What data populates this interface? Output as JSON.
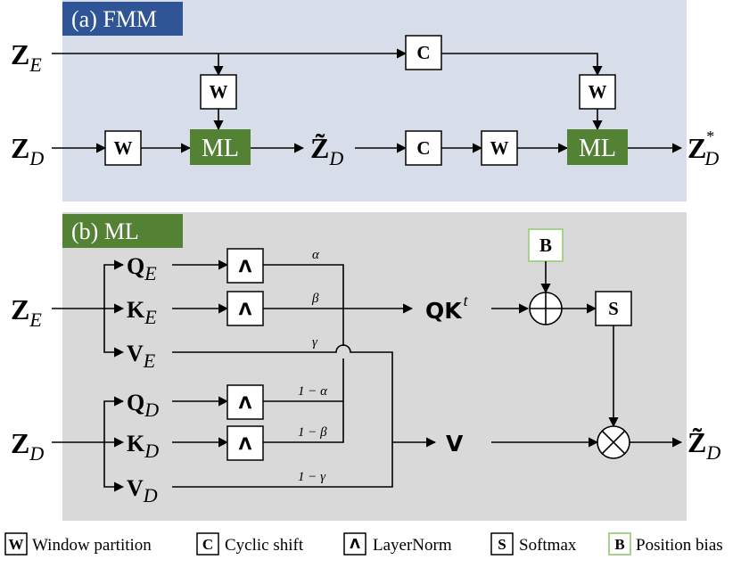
{
  "colors": {
    "panel_a_bg": "#d8dee9",
    "panel_b_bg": "#d9d9d9",
    "tag_a_bg": "#2f5597",
    "tag_b_bg": "#548235",
    "ml_block_bg": "#548235",
    "bias_box_border": "#a9d18e"
  },
  "panel_a": {
    "tag": "(a) FMM",
    "inputs": {
      "ze_main": "Z",
      "ze_sub": "E",
      "zd_main": "Z",
      "zd_sub": "D"
    },
    "ops": {
      "w": "W",
      "c": "C",
      "ml": "ML"
    },
    "mid": {
      "main": "Z̃",
      "sub": "D"
    },
    "out": {
      "main": "Z",
      "sub": "D",
      "sup": "*"
    }
  },
  "panel_b": {
    "tag": "(b) ML",
    "inputs": {
      "ze_main": "Z",
      "ze_sub": "E",
      "zd_main": "Z",
      "zd_sub": "D"
    },
    "enc": [
      {
        "main": "Q",
        "sub": "E"
      },
      {
        "main": "K",
        "sub": "E"
      },
      {
        "main": "V",
        "sub": "E"
      }
    ],
    "dec": [
      {
        "main": "Q",
        "sub": "D"
      },
      {
        "main": "K",
        "sub": "D"
      },
      {
        "main": "V",
        "sub": "D"
      }
    ],
    "norm": "Λ",
    "coefs": {
      "alpha": "α",
      "beta": "β",
      "gamma": "γ",
      "one_alpha": "1 − α",
      "one_beta": "1 − β",
      "one_gamma": "1 − γ"
    },
    "qk": {
      "main": "QK",
      "sup": "t"
    },
    "v": "V",
    "bias": "B",
    "softmax": "S",
    "out": {
      "main": "Z̃",
      "sub": "D"
    }
  },
  "legend": [
    {
      "key": "W",
      "text": "Window partition"
    },
    {
      "key": "C",
      "text": "Cyclic shift"
    },
    {
      "key": "Λ",
      "text": "LayerNorm"
    },
    {
      "key": "S",
      "text": "Softmax"
    },
    {
      "key": "B",
      "text": "Position bias"
    }
  ]
}
